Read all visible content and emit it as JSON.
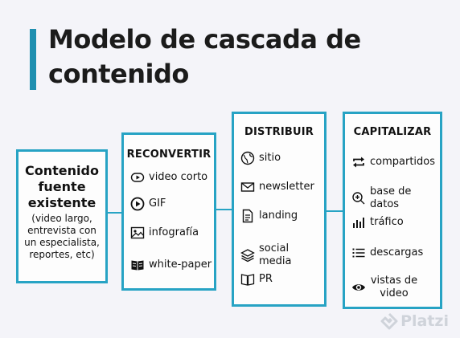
{
  "title": "Modelo de cascada de contenido",
  "source": {
    "main": "Contenido fuente existente",
    "sub": "(video largo, entrevista con un especialista, reportes, etc)"
  },
  "columns": [
    {
      "title": "RECONVERTIR",
      "items": [
        {
          "label": "video corto",
          "icon": "video-play-icon"
        },
        {
          "label": "GIF",
          "icon": "play-circle-icon"
        },
        {
          "label": "infografía",
          "icon": "image-icon"
        },
        {
          "label": "white-paper",
          "icon": "book-icon"
        }
      ]
    },
    {
      "title": "DISTRIBUIR",
      "items": [
        {
          "label": "sitio",
          "icon": "globe-icon"
        },
        {
          "label": "newsletter",
          "icon": "envelope-icon"
        },
        {
          "label": "landing",
          "icon": "document-icon"
        },
        {
          "label": "social media",
          "icon": "layers-icon"
        },
        {
          "label": "PR",
          "icon": "open-book-icon"
        }
      ]
    },
    {
      "title": "CAPITALIZAR",
      "items": [
        {
          "label": "compartidos",
          "icon": "repeat-icon"
        },
        {
          "label": "base de datos",
          "icon": "zoom-plus-icon"
        },
        {
          "label": "tráfico",
          "icon": "bar-chart-icon"
        },
        {
          "label": "descargas",
          "icon": "list-icon"
        },
        {
          "label": "vistas de video",
          "icon": "eye-icon"
        }
      ]
    }
  ],
  "watermark": "Platzi",
  "colors": {
    "accent": "#27a3c4",
    "title_bar": "#1f8fb0"
  }
}
